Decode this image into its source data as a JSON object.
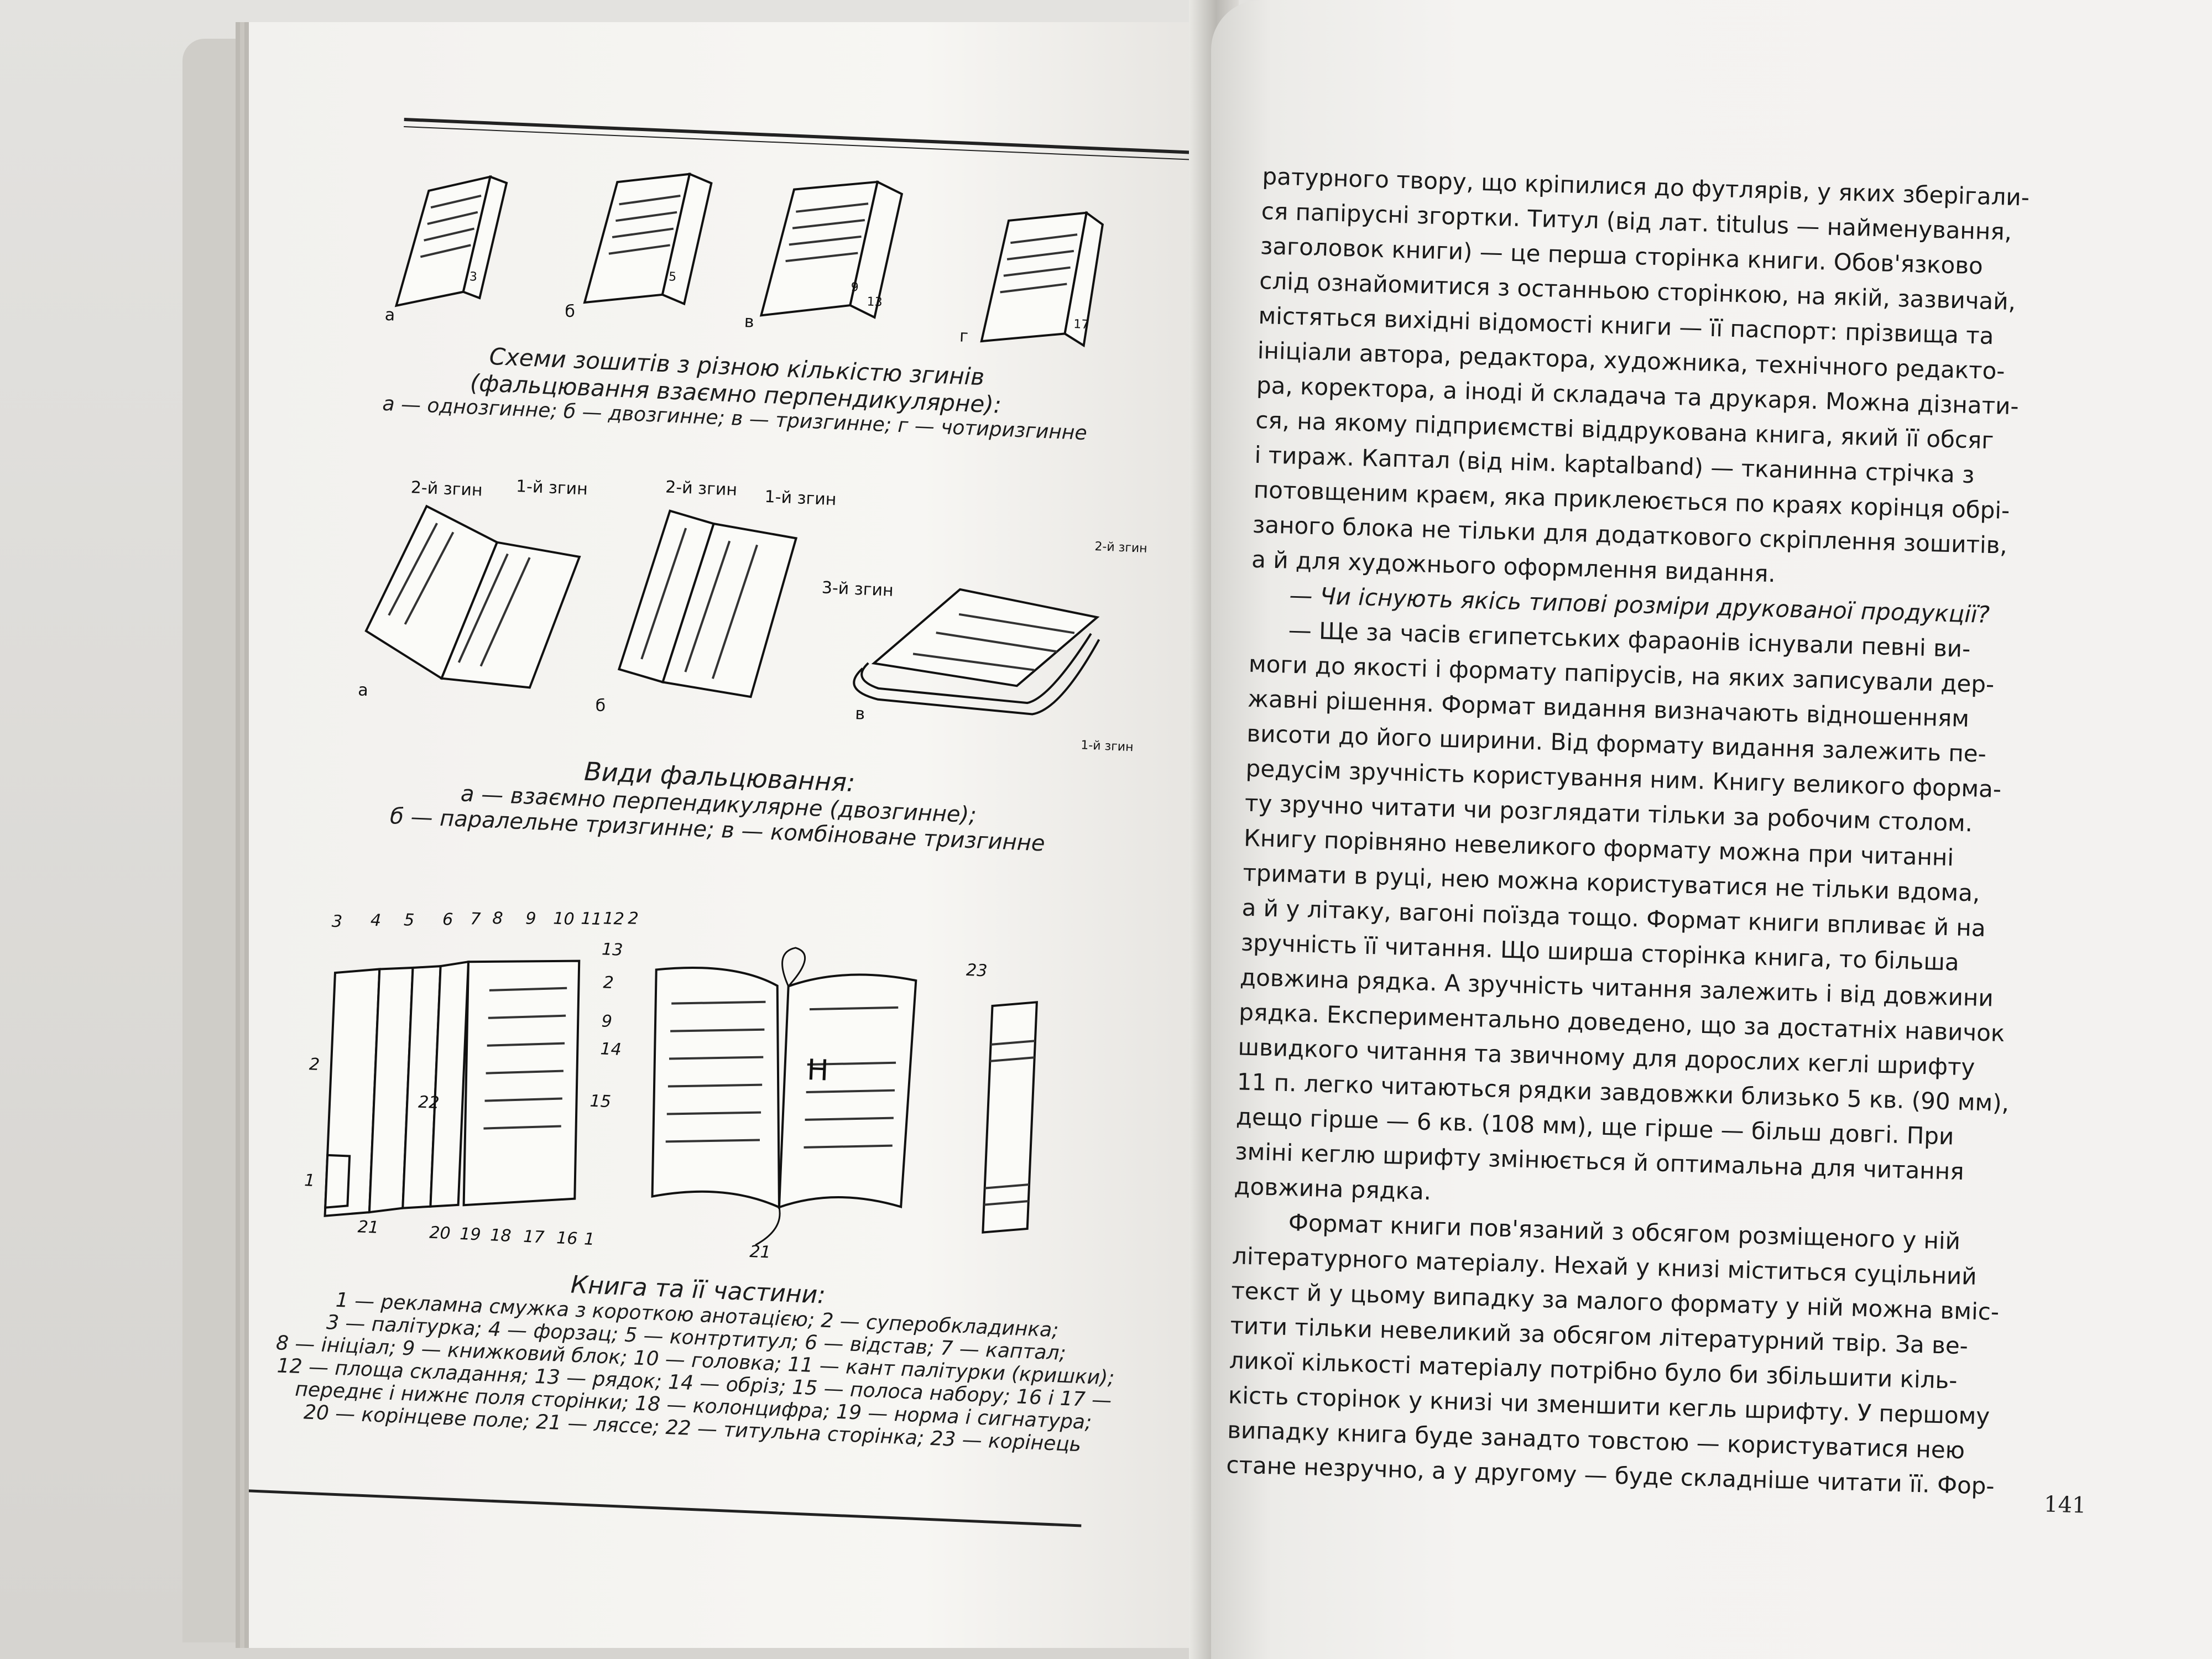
{
  "left_page": {
    "fig1": {
      "labels": [
        "а",
        "б",
        "в",
        "г"
      ],
      "page_numbers": [
        "3",
        "5",
        "9",
        "13",
        "17"
      ],
      "caption": [
        "Схеми зошитів з різною кількістю згинів",
        "(фальцювання взаємно перпендикулярне):",
        "а — однозгинне; б — двозгинне; в — тризгинне; г — чотиризгинне"
      ]
    },
    "fig2": {
      "labels": [
        "а",
        "б",
        "в"
      ],
      "fold_labels": {
        "a_fold2": "2-й згин",
        "a_fold1": "1-й згин",
        "b_fold2": "2-й згин",
        "b_fold1": "1-й згин",
        "v_fold2": "2-й згин",
        "v_fold3": "3-й згин",
        "v_fold1": "1-й згин"
      },
      "caption": [
        "Види фальцювання:",
        "а — взаємно перпендикулярне (двозгинне);",
        "б — паралельне тризгинне; в — комбіноване тризгинне"
      ]
    },
    "fig3": {
      "top_numbers": [
        "3",
        "4",
        "5",
        "6",
        "7",
        "8",
        "9",
        "10",
        "11",
        "12",
        "2"
      ],
      "right_numbers": [
        "13",
        "2",
        "9",
        "14",
        "15"
      ],
      "left_numbers": [
        "2",
        "22",
        "1"
      ],
      "bottom_numbers": [
        "21",
        "20",
        "19",
        "18",
        "17",
        "16",
        "1"
      ],
      "open_book_numbers": [
        "23",
        "21"
      ],
      "open_book_letter": "Н",
      "caption": [
        "Книга та її частини:",
        "1 — рекламна смужка з короткою анотацією; 2 — суперобкладинка;",
        "3 — палітурка; 4 — форзац; 5 — контртитул; 6 — відстав; 7 — каптал;",
        "8 — ініціал; 9 — книжковий блок; 10 — головка; 11 — кант палітурки (кришки);",
        "12 — площа складання; 13 — рядок; 14 — обріз; 15 — полоса набору; 16 і 17 —",
        "переднє і нижнє поля сторінки; 18 — колонцифра; 19 — норма і сигнатура;",
        "20 — корінцеве поле; 21 — ляссе; 22 — титульна сторінка; 23 — корінець"
      ]
    }
  },
  "right_page": {
    "paragraphs": [
      [
        "ратурного твору, що кріпилися до футлярів, у яких зберігали-",
        "ся папірусні згортки. Титул (від лат. titulus — найменування,",
        "заголовок книги) — це перша сторінка книги. Обов'язково",
        "слід ознайомитися з останньою сторінкою, на якій, зазвичай,",
        "містяться вихідні відомості книги — її паспорт: прізвища та",
        "ініціали автора, редактора, художника, технічного редакто-",
        "ра, коректора, а іноді й складача та друкаря. Можна дізнати-",
        "ся, на якому підприємстві віддрукована книга, який її обсяг",
        "і тираж. Каптал (від нім. kaptalband) — тканинна стрічка з",
        "потовщеним краєм, яка приклеюється по краях корінця обрі-",
        "заного блока не тільки для додаткового скріплення зошитів,",
        "а й для художнього оформлення видання."
      ],
      [
        "— Чи існують якісь типові розміри друкованої продукції?"
      ],
      [
        "— Ще за часів єгипетських фараонів існували певні ви-",
        "моги до якості і формату папірусів, на яких записували дер-",
        "жавні рішення. Формат видання визначають відношенням",
        "висоти до його ширини. Від формату видання залежить пе-",
        "редусім зручність користування ним. Книгу великого форма-",
        "ту зручно читати чи розглядати тільки за робочим столом.",
        "Книгу порівняно невеликого формату можна при читанні",
        "тримати в руці, нею можна користуватися не тільки вдома,",
        "а й у літаку, вагоні поїзда тощо. Формат книги впливає й на",
        "зручність її читання. Що ширша сторінка книга, то більша",
        "довжина рядка. А зручність читання залежить і від довжини",
        "рядка. Експериментально доведено, що за достатніх навичок",
        "швидкого читання та звичному для дорослих кеглі шрифту",
        "11 п. легко читаються рядки завдовжки близько 5 кв. (90 мм),",
        "дещо гірше — 6 кв. (108 мм), ще гірше — більш довгі. При",
        "зміні кеглю шрифту змінюється й оптимальна для читання",
        "довжина рядка."
      ],
      [
        "Формат книги пов'язаний з обсягом розміщеного у ній",
        "літературного матеріалу. Нехай у книзі міститься суцільний",
        "текст й у цьому випадку за малого формату у ній можна вміс-",
        "тити тільки невеликий за обсягом літературний твір. За ве-",
        "ликої кількості матеріалу потрібно було би збільшити кіль-",
        "кість сторінок у книзі чи зменшити кегль шрифту. У першому",
        "випадку книга буде занадто товстою — користуватися нею",
        "стане незручно, а у другому — буде складніше читати її. Фор-"
      ]
    ],
    "page_number": "141"
  }
}
